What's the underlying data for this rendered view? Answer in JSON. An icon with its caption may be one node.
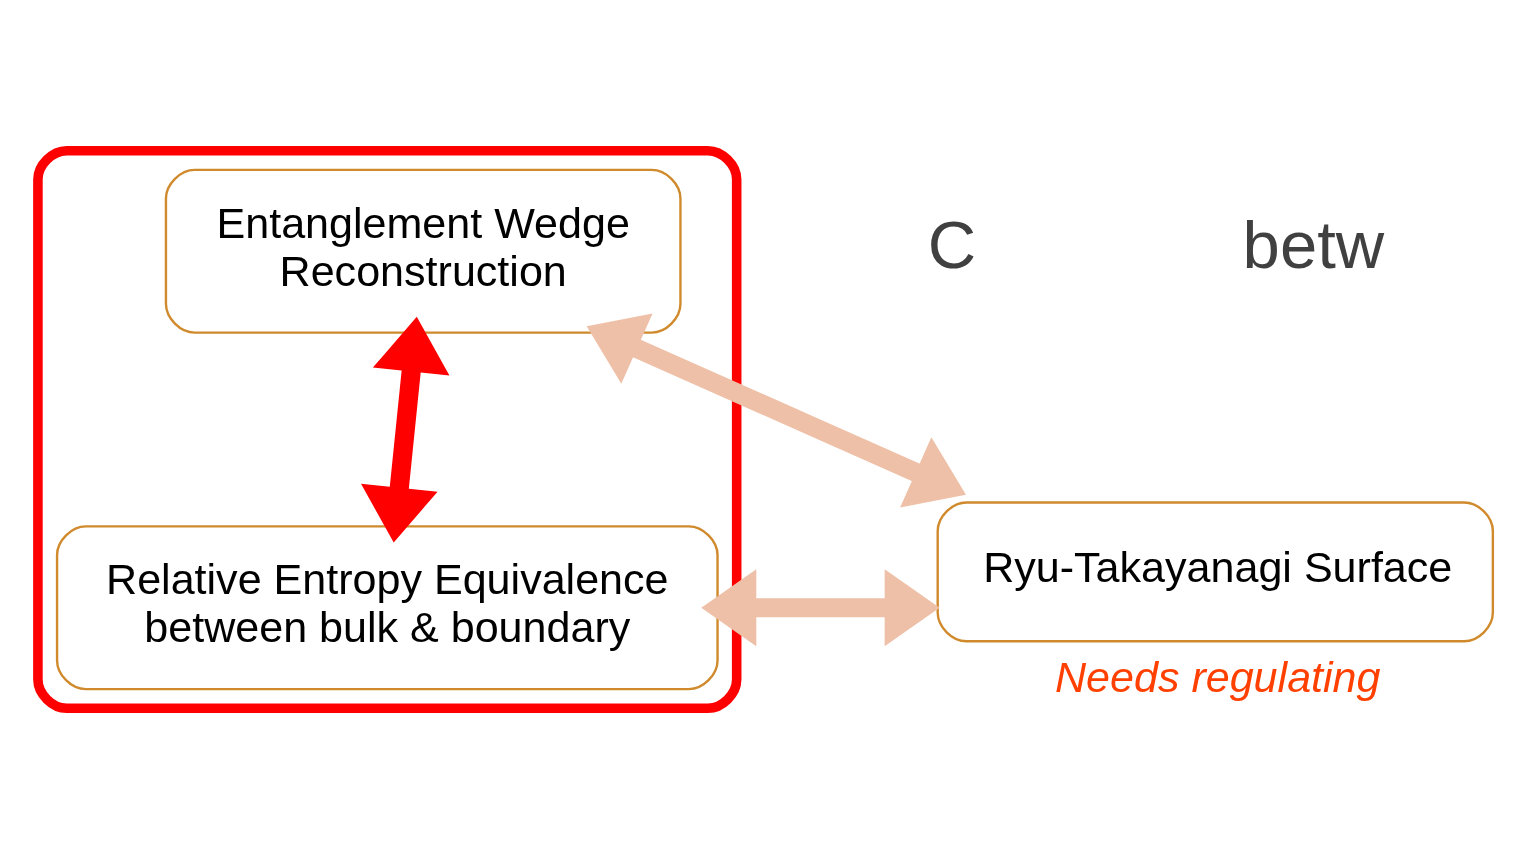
{
  "diagram": {
    "nodes": [
      {
        "text": [],
        "shape": "oval"
      },
      {
        "text": [
          "Entanglement Wedge Reconstruction"
        ],
        "in": 0
      },
      {
        "text": [
          "Ryu-Takayanagi Surface"
        ],
        "beside": [
          "Needs regulating"
        ]
      },
      {
        "text": [
          "Relative Entropy Equivalence between bulk & boundary"
        ],
        "in": 0
      }
    ],
    "edges": [
      {
        "from": 1,
        "to": 2,
        "arrow": "both"
      },
      {
        "from": 1,
        "to": 3,
        "arrow": "both",
        "color": "#ff0000"
      },
      {
        "from": 2,
        "to": 3,
        "arrow": "both"
      }
    ],
    "labels": [
      "C",
      "betw"
    ]
  }
}
